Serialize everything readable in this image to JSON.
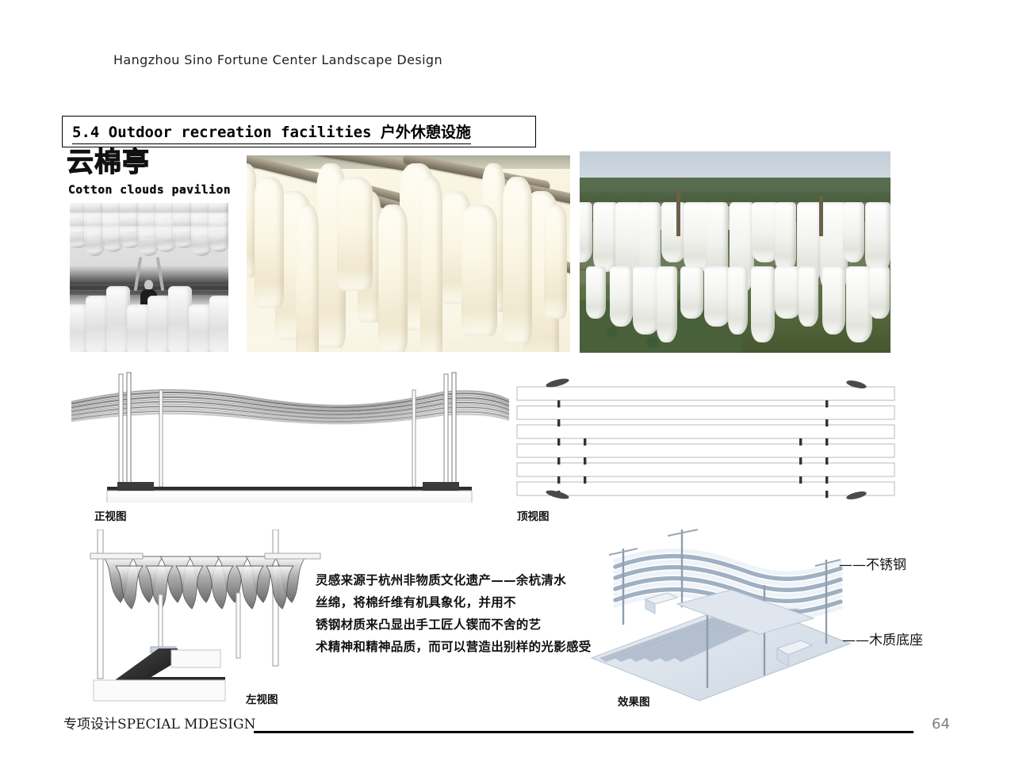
{
  "header": {
    "title": "Hangzhou Sino Fortune Center Landscape Design"
  },
  "section": {
    "number_title": "5.4 Outdoor recreation facilities 户外休憩设施"
  },
  "logo": {
    "chinese": "云棉亭",
    "english": "Cotton clouds pavilion"
  },
  "photos": [
    {
      "name": "silk-mill-worker-bw",
      "caption": ""
    },
    {
      "name": "silk-floss-on-bamboo-poles",
      "caption": ""
    },
    {
      "name": "silk-quilts-drying-outdoors",
      "caption": ""
    }
  ],
  "drawings": {
    "front_view_label": "正视图",
    "top_view_label": "顶视图",
    "left_view_label": "左视图",
    "render_label": "效果图"
  },
  "description": {
    "lines": [
      "灵感来源于杭州非物质文化遗产——余杭清水",
      "丝绵，将棉纤维有机具象化，并用不",
      "锈钢材质来凸显出手工匠人锲而不舍的艺",
      "术精神和精神品质，而可以营造出别样的光影感受"
    ]
  },
  "callouts": {
    "stainless_steel": "——不锈钢",
    "wooden_base": "——木质底座"
  },
  "footer": {
    "label": "专项设计SPECIAL MDESIGN",
    "page_number": "64"
  },
  "colors": {
    "ink": "#111111",
    "page_number_gray": "#808080",
    "render_blue_gray": "#c7d2de",
    "rule_black": "#000000"
  }
}
